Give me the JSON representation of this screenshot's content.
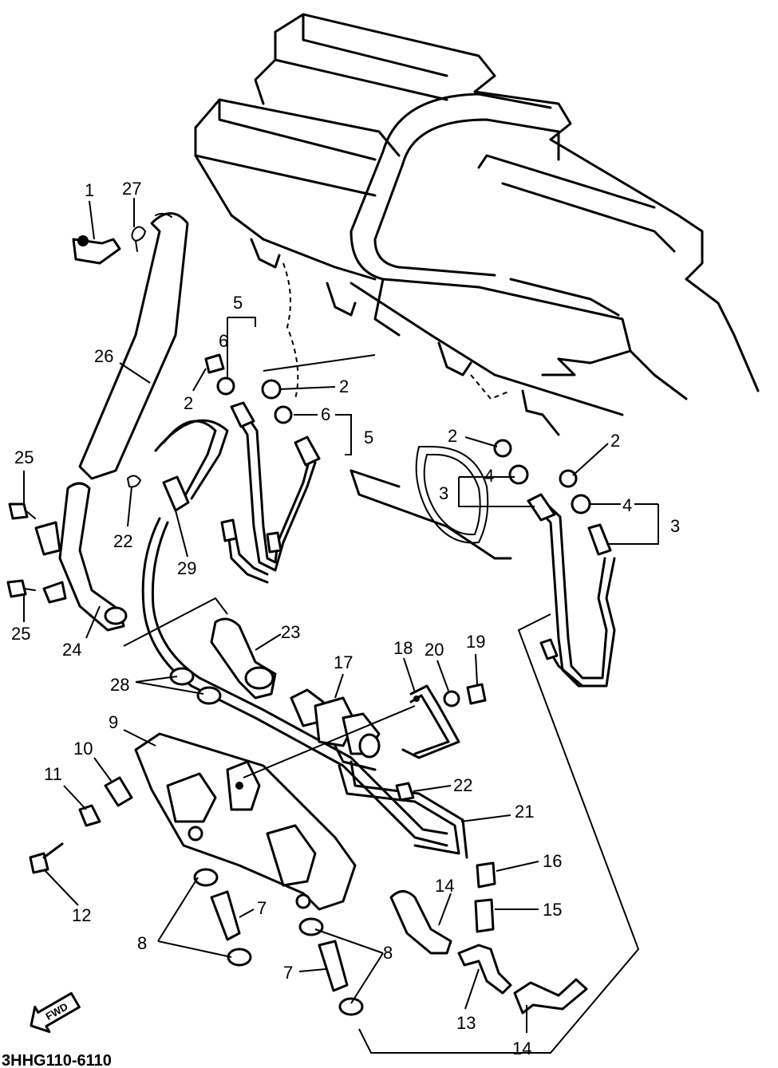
{
  "diagram_code": "3HHG110-6110",
  "fwd_label": "FWD",
  "callouts": {
    "c1": "1",
    "c27": "27",
    "c26": "26",
    "c25a": "25",
    "c25b": "25",
    "c22a": "22",
    "c29": "29",
    "c24": "24",
    "c23": "23",
    "c5a": "5",
    "c6a": "6",
    "c2a": "2",
    "c2b": "2",
    "c6b": "6",
    "c5b": "5",
    "c2c": "2",
    "c2d": "2",
    "c4a": "4",
    "c3a": "3",
    "c4b": "4",
    "c3b": "3",
    "c28": "28",
    "c17": "17",
    "c18": "18",
    "c20": "20",
    "c19": "19",
    "c9": "9",
    "c10": "10",
    "c11": "11",
    "c22b": "22",
    "c21": "21",
    "c12": "12",
    "c16": "16",
    "c14a": "14",
    "c15": "15",
    "c7a": "7",
    "c8a": "8",
    "c8b": "8",
    "c7b": "7",
    "c13": "13",
    "c14b": "14"
  }
}
